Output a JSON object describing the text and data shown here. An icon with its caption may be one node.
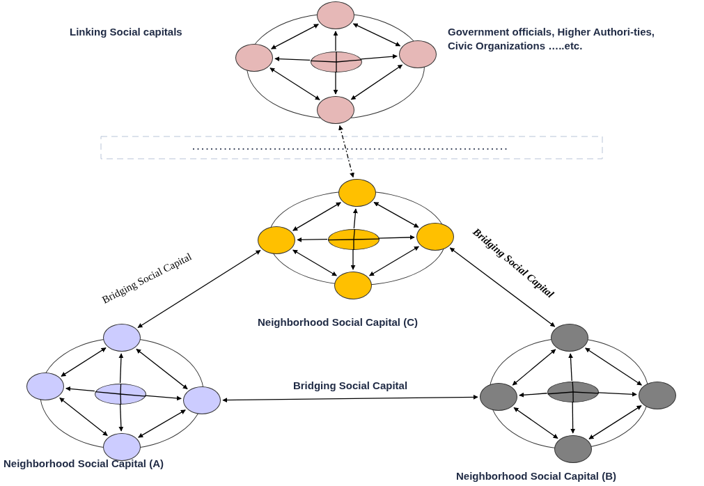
{
  "diagram": {
    "nodes": [
      {
        "text": [],
        "shape": "ellipse"
      },
      {
        "text": [],
        "shape": "ellipse"
      },
      {
        "text": [],
        "shape": "ellipse"
      },
      {
        "text": [],
        "shape": "ellipse",
        "in": 0
      },
      {
        "text": [],
        "shape": "ellipse"
      },
      {
        "text": [],
        "shape": "ellipse"
      },
      {
        "text": [],
        "shape": "ellipse"
      },
      {
        "text": [],
        "shape": "ellipse"
      },
      {
        "text": [],
        "shape": "ellipse"
      },
      {
        "text": [],
        "shape": "ellipse",
        "in": 6
      },
      {
        "text": [],
        "shape": "ellipse"
      },
      {
        "text": [],
        "shape": "ellipse"
      },
      {
        "text": [],
        "shape": "ellipse"
      },
      {
        "text": [],
        "shape": "ellipse"
      },
      {
        "text": [],
        "shape": "ellipse"
      },
      {
        "text": [],
        "shape": "ellipse",
        "in": 12
      },
      {
        "text": [],
        "shape": "ellipse"
      },
      {
        "text": [],
        "shape": "ellipse"
      },
      {
        "text": [],
        "shape": "ellipse"
      },
      {
        "text": [],
        "shape": "ellipse"
      },
      {
        "text": [],
        "shape": "ellipse"
      },
      {
        "text": [],
        "shape": "ellipse",
        "in": 18
      },
      {
        "text": [],
        "shape": "ellipse"
      },
      {
        "text": [],
        "shape": "ellipse"
      }
    ],
    "edges": [
      {
        "from": 1,
        "to": 2,
        "arrow": "both"
      },
      {
        "from": 1,
        "to": 4,
        "arrow": "both"
      },
      {
        "from": 2,
        "to": 5,
        "arrow": "both"
      },
      {
        "from": 4,
        "to": 5,
        "arrow": "both"
      },
      {
        "from": 3,
        "to": 1,
        "arrow": "to"
      },
      {
        "from": 3,
        "to": 5,
        "arrow": "to"
      },
      {
        "from": 3,
        "to": 2,
        "arrow": "to"
      },
      {
        "from": 3,
        "to": 4,
        "arrow": "to"
      },
      {
        "from": 7,
        "to": 8,
        "arrow": "both"
      },
      {
        "from": 7,
        "to": 10,
        "arrow": "both"
      },
      {
        "from": 8,
        "to": 11,
        "arrow": "both"
      },
      {
        "from": 10,
        "to": 11,
        "arrow": "both"
      },
      {
        "from": 9,
        "to": 7,
        "arrow": "to"
      },
      {
        "from": 9,
        "to": 11,
        "arrow": "to"
      },
      {
        "from": 9,
        "to": 8,
        "arrow": "to"
      },
      {
        "from": 9,
        "to": 10,
        "arrow": "to"
      },
      {
        "from": 13,
        "to": 14,
        "arrow": "both"
      },
      {
        "from": 13,
        "to": 16,
        "arrow": "both"
      },
      {
        "from": 14,
        "to": 17,
        "arrow": "both"
      },
      {
        "from": 16,
        "to": 17,
        "arrow": "both"
      },
      {
        "from": 15,
        "to": 13,
        "arrow": "to"
      },
      {
        "from": 15,
        "to": 17,
        "arrow": "to"
      },
      {
        "from": 15,
        "to": 14,
        "arrow": "to"
      },
      {
        "from": 15,
        "to": 16,
        "arrow": "to"
      },
      {
        "from": 19,
        "to": 20,
        "arrow": "both"
      },
      {
        "from": 19,
        "to": 22,
        "arrow": "both"
      },
      {
        "from": 20,
        "to": 23,
        "arrow": "both"
      },
      {
        "from": 22,
        "to": 23,
        "arrow": "both"
      },
      {
        "from": 21,
        "to": 19,
        "arrow": "to"
      },
      {
        "from": 21,
        "to": 23,
        "arrow": "to"
      },
      {
        "from": 21,
        "to": 20,
        "arrow": "to"
      },
      {
        "from": 21,
        "to": 22,
        "arrow": "to"
      },
      {
        "from": 5,
        "to": 7,
        "arrow": "both",
        "style": "dashed"
      },
      {
        "from": 8,
        "to": 13,
        "arrow": "both",
        "label": "Bridging Social Capital"
      },
      {
        "from": 10,
        "to": 19,
        "arrow": "both",
        "label": "Bridging Social Capital"
      },
      {
        "from": 16,
        "to": 20,
        "arrow": "both",
        "label": "Bridging Social Capital"
      }
    ],
    "labels": [
      "Linking Social capitals",
      "Government officials, Higher Authori-ties, Civic Organizations …..etc.",
      "Neighborhood Social Capital (C)",
      "Neighborhood Social Capital (A)",
      "Neighborhood Social Capital (B)"
    ]
  }
}
